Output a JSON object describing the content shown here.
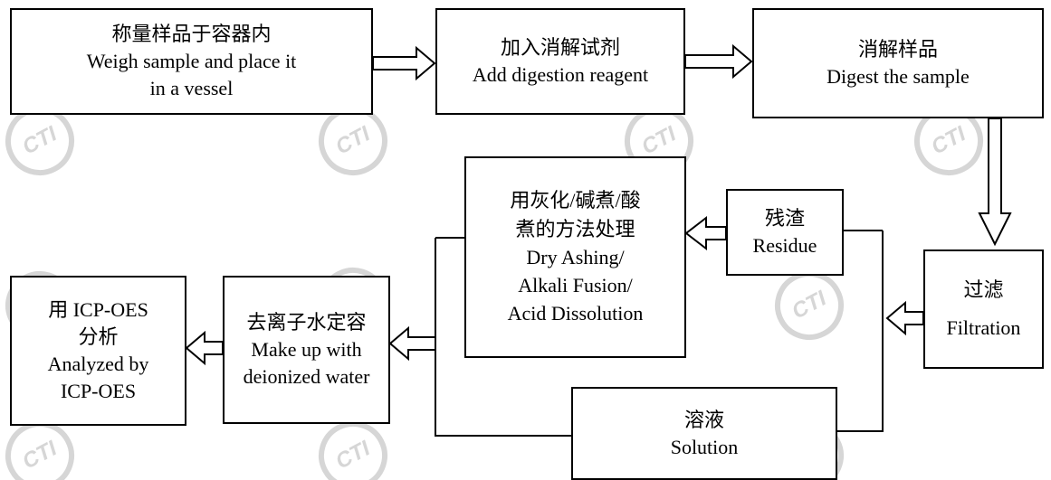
{
  "watermark": {
    "text": "CTI",
    "color": "#d6d6d6"
  },
  "steps": {
    "weigh": {
      "zh": "称量样品于容器内",
      "en": [
        "Weigh sample and place it",
        "in a vessel"
      ]
    },
    "add_reagent": {
      "zh": "加入消解试剂",
      "en": "Add digestion reagent"
    },
    "digest": {
      "zh": "消解样品",
      "en": "Digest the sample"
    },
    "treat": {
      "zh": [
        "用灰化/碱煮/酸",
        "煮的方法处理"
      ],
      "en": [
        "Dry Ashing/",
        "Alkali Fusion/",
        "Acid Dissolution"
      ]
    },
    "residue": {
      "zh": "残渣",
      "en": "Residue"
    },
    "filtration": {
      "zh": "过滤",
      "en": "Filtration"
    },
    "analyze": {
      "zh": [
        "用 ICP-OES",
        "分析"
      ],
      "en": [
        "Analyzed by",
        "ICP-OES"
      ]
    },
    "dilute": {
      "zh": "去离子水定容",
      "en": [
        "Make up with",
        "deionized water"
      ]
    },
    "solution": {
      "zh": "溶液",
      "en": "Solution"
    }
  }
}
